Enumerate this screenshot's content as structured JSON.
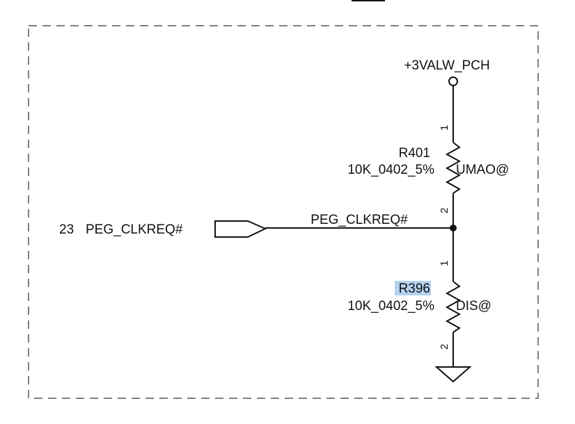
{
  "power_rail": {
    "name": "+3VALW_PCH"
  },
  "offpage_connector": {
    "page_ref": "23",
    "signal": "PEG_CLKREQ#"
  },
  "net": {
    "name": "PEG_CLKREQ#"
  },
  "resistors": [
    {
      "ref": "R401",
      "value": "10K_0402_5%",
      "variant": "UMAO@",
      "pin_top": "1",
      "pin_bottom": "2",
      "highlighted": false
    },
    {
      "ref": "R396",
      "value": "10K_0402_5%",
      "variant": "DIS@",
      "pin_top": "1",
      "pin_bottom": "2",
      "highlighted": true
    }
  ],
  "ground": {
    "symbol": "ground-triangle"
  },
  "colors": {
    "line": "#111111",
    "border": "#555555",
    "highlight": "#b4d2f0"
  }
}
